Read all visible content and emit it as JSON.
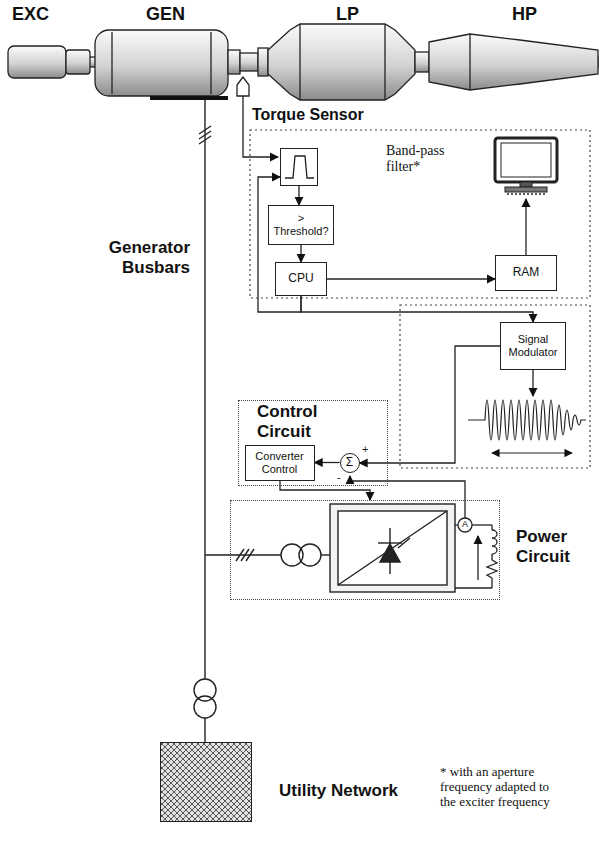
{
  "diagram": {
    "nodes": [
      {
        "text": [
          "Band-pass filter*"
        ]
      },
      {
        "text": [
          "> Threshold?"
        ]
      },
      {
        "text": [
          "CPU"
        ]
      },
      {
        "text": [
          "RAM"
        ]
      },
      {
        "text": [
          "Signal Modulator"
        ]
      },
      {
        "text": [
          "Control Circuit"
        ]
      },
      {
        "text": [
          "Converter Control"
        ],
        "in": 5
      },
      {
        "text": [
          "Σ"
        ],
        "in": 5
      },
      {
        "text": [
          "Power Circuit"
        ]
      },
      {
        "text": [
          "Utility Network"
        ]
      }
    ],
    "edges": [
      {
        "from": 0,
        "to": 1,
        "arrow": "to"
      },
      {
        "from": 1,
        "to": 2,
        "arrow": "to"
      },
      {
        "from": 2,
        "to": 3,
        "arrow": "to"
      },
      {
        "from": 2,
        "to": 0,
        "arrow": "to"
      },
      {
        "from": 2,
        "to": 4,
        "arrow": "to"
      },
      {
        "from": 4,
        "to": 7,
        "arrow": "to"
      },
      {
        "from": 7,
        "to": 6,
        "arrow": "to"
      },
      {
        "from": 6,
        "to": 8,
        "arrow": "to"
      }
    ],
    "labels": [
      "EXC",
      "GEN",
      "LP",
      "HP",
      "Torque Sensor",
      "Generator Busbars",
      "+",
      "-",
      "A",
      "* with an aperture frequency adapted to the exciter frequency"
    ]
  }
}
